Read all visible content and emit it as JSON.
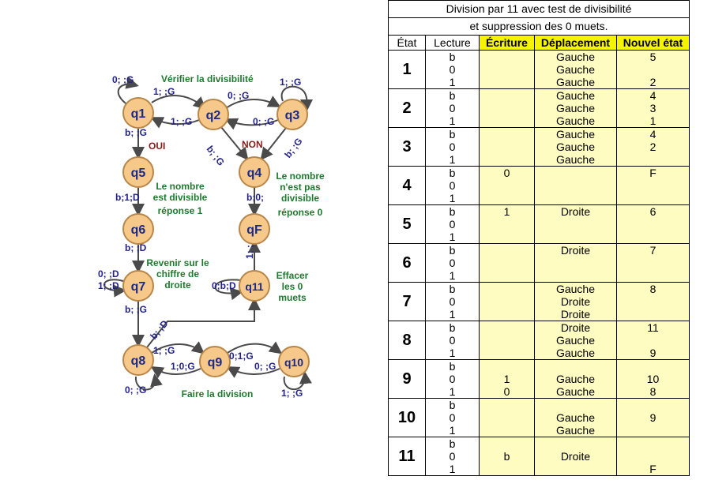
{
  "diagram": {
    "nodes": [
      {
        "id": "q1",
        "label": "q1"
      },
      {
        "id": "q2",
        "label": "q2"
      },
      {
        "id": "q3",
        "label": "q3"
      },
      {
        "id": "q4",
        "label": "q4"
      },
      {
        "id": "q5",
        "label": "q5"
      },
      {
        "id": "q6",
        "label": "q6"
      },
      {
        "id": "q7",
        "label": "q7"
      },
      {
        "id": "q8",
        "label": "q8"
      },
      {
        "id": "q9",
        "label": "q9"
      },
      {
        "id": "q10",
        "label": "q10"
      },
      {
        "id": "q11",
        "label": "q11"
      },
      {
        "id": "qF",
        "label": "qF"
      }
    ],
    "edge_labels": {
      "q1_loop": "0; ;G",
      "q1_q2": "1; ;G",
      "q2_q1": "1; ;G",
      "q2_q3": "0; ;G",
      "q3_q2": "0; ;G",
      "q3_loop": "1; ;G",
      "q1_q5": "b; ;G",
      "q2_q4": "b; ;G",
      "q3_q4": "b; ;G",
      "q5_q6": "b;1;D",
      "q4_qF": "b;0;",
      "q6_q7": "b; ;D",
      "q7_loop_a": "0; ;D",
      "q7_loop_b": "1; ;D",
      "q7_q8": "b; ;G",
      "q8_q11": "b; ;D",
      "q11_loop": "0;b;D",
      "q11_qF": "1; ;",
      "q8_q9": "1; ;G",
      "q9_q8": "1;0;G",
      "q9_q10": "0;1;G",
      "q10_q9": "0; ;G",
      "q8_loop": "0; ;G",
      "q10_loop": "1; ;G"
    },
    "annotations": {
      "verify": "Vérifier la divisibilité",
      "oui": "OUI",
      "non": "NON",
      "divisible_1": "Le nombre",
      "divisible_2": "est divisible",
      "divisible_3": "réponse 1",
      "notdiv_1": "Le nombre",
      "notdiv_2": "n'est pas",
      "notdiv_3": "divisible",
      "notdiv_4": "réponse 0",
      "back_1": "Revenir sur le",
      "back_2": "chiffre de",
      "back_3": "droite",
      "erase_1": "Effacer",
      "erase_2": "les 0",
      "erase_3": "muets",
      "division": "Faire la division"
    },
    "colors": {
      "node_fill": "#f6c98b",
      "node_stroke": "#b9864a",
      "node_text": "#1a2a8a",
      "label": "#22228a",
      "note": "#1d7a2e",
      "oui_non": "#8a1a1a"
    }
  },
  "table": {
    "title_line1": "Division par 11 avec test de divisibilité",
    "title_line2": "et suppression des 0 muets.",
    "headers": [
      "État",
      "Lecture",
      "Écriture",
      "Déplacement",
      "Nouvel état"
    ],
    "states": [
      {
        "state": "1",
        "rows": [
          [
            "b",
            "",
            "Gauche",
            "5"
          ],
          [
            "0",
            "",
            "Gauche",
            ""
          ],
          [
            "1",
            "",
            "Gauche",
            "2"
          ]
        ]
      },
      {
        "state": "2",
        "rows": [
          [
            "b",
            "",
            "Gauche",
            "4"
          ],
          [
            "0",
            "",
            "Gauche",
            "3"
          ],
          [
            "1",
            "",
            "Gauche",
            "1"
          ]
        ]
      },
      {
        "state": "3",
        "rows": [
          [
            "b",
            "",
            "Gauche",
            "4"
          ],
          [
            "0",
            "",
            "Gauche",
            "2"
          ],
          [
            "1",
            "",
            "Gauche",
            ""
          ]
        ]
      },
      {
        "state": "4",
        "rows": [
          [
            "b",
            "0",
            "",
            "F"
          ],
          [
            "0",
            "",
            "",
            ""
          ],
          [
            "1",
            "",
            "",
            ""
          ]
        ]
      },
      {
        "state": "5",
        "rows": [
          [
            "b",
            "1",
            "Droite",
            "6"
          ],
          [
            "0",
            "",
            "",
            ""
          ],
          [
            "1",
            "",
            "",
            ""
          ]
        ]
      },
      {
        "state": "6",
        "rows": [
          [
            "b",
            "",
            "Droite",
            "7"
          ],
          [
            "0",
            "",
            "",
            ""
          ],
          [
            "1",
            "",
            "",
            ""
          ]
        ]
      },
      {
        "state": "7",
        "rows": [
          [
            "b",
            "",
            "Gauche",
            "8"
          ],
          [
            "0",
            "",
            "Droite",
            ""
          ],
          [
            "1",
            "",
            "Droite",
            ""
          ]
        ]
      },
      {
        "state": "8",
        "rows": [
          [
            "b",
            "",
            "Droite",
            "11"
          ],
          [
            "0",
            "",
            "Gauche",
            ""
          ],
          [
            "1",
            "",
            "Gauche",
            "9"
          ]
        ]
      },
      {
        "state": "9",
        "rows": [
          [
            "b",
            "",
            "",
            ""
          ],
          [
            "0",
            "1",
            "Gauche",
            "10"
          ],
          [
            "1",
            "0",
            "Gauche",
            "8"
          ]
        ]
      },
      {
        "state": "10",
        "rows": [
          [
            "b",
            "",
            "",
            ""
          ],
          [
            "0",
            "",
            "Gauche",
            "9"
          ],
          [
            "1",
            "",
            "Gauche",
            ""
          ]
        ]
      },
      {
        "state": "11",
        "rows": [
          [
            "b",
            "",
            "",
            ""
          ],
          [
            "0",
            "b",
            "Droite",
            ""
          ],
          [
            "1",
            "",
            "",
            "F"
          ]
        ]
      }
    ],
    "colors": {
      "header_yellow": "#f4f400",
      "cell_yellow": "#fefcc0"
    }
  }
}
